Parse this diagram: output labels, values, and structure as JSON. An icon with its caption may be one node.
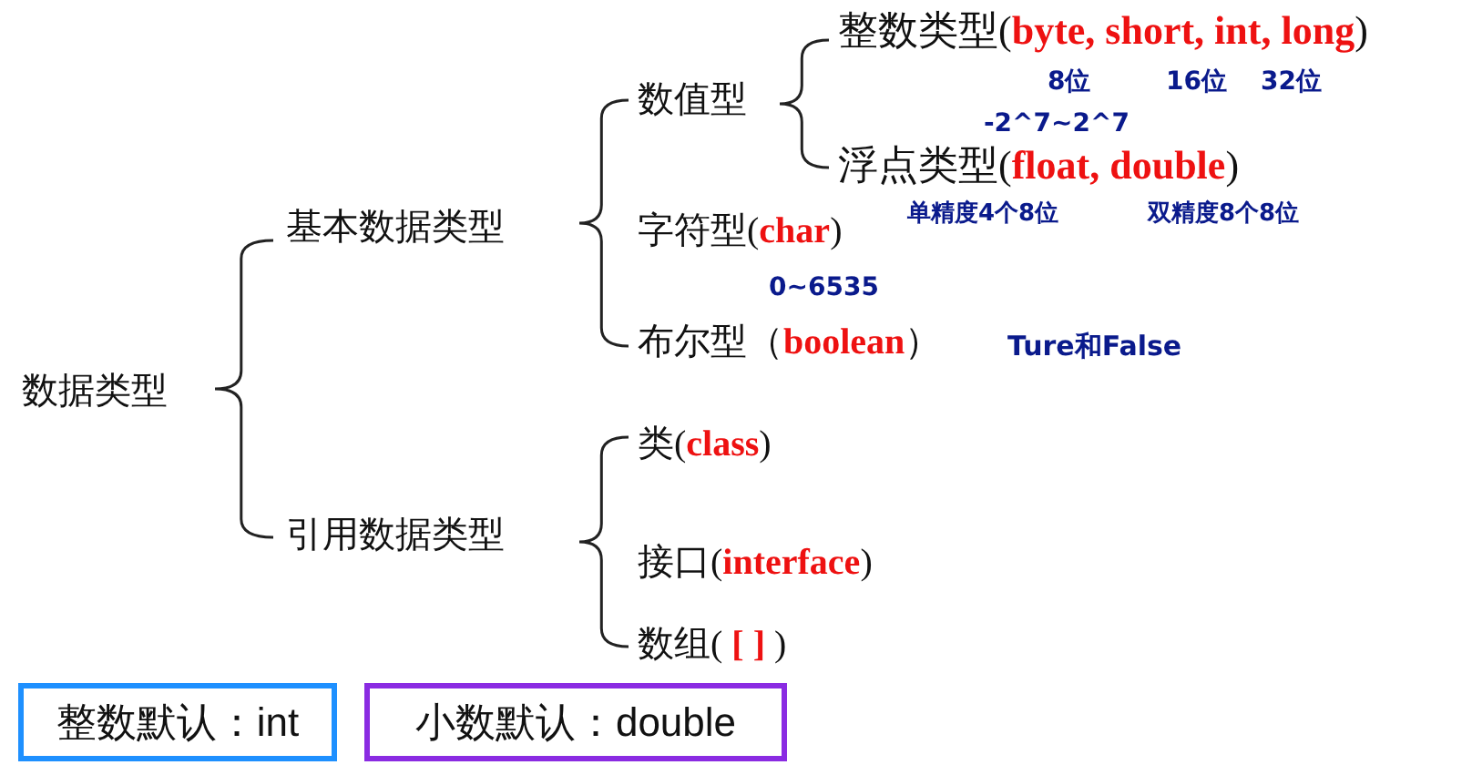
{
  "diagram": {
    "nodes": [
      {
        "text": [
          "整数默认：int"
        ]
      },
      {
        "text": [
          "小数默认：double"
        ]
      }
    ],
    "labels": [
      "整数类型(**byte, short, int, long**)",
      "8位",
      "16位",
      "32位",
      "-2^7~2^7",
      "数值型",
      "基本数据类型",
      "浮点类型(**float, double**)",
      "单精度4个8位",
      "双精度8个8位",
      "字符型(**char**)",
      "0~6535",
      "数据类型",
      "布尔型（**boolean**）",
      "Ture和False",
      "类(**class**)",
      "引用数据类型",
      "接口(**interface**)",
      "数组( **[ ]** )"
    ]
  }
}
